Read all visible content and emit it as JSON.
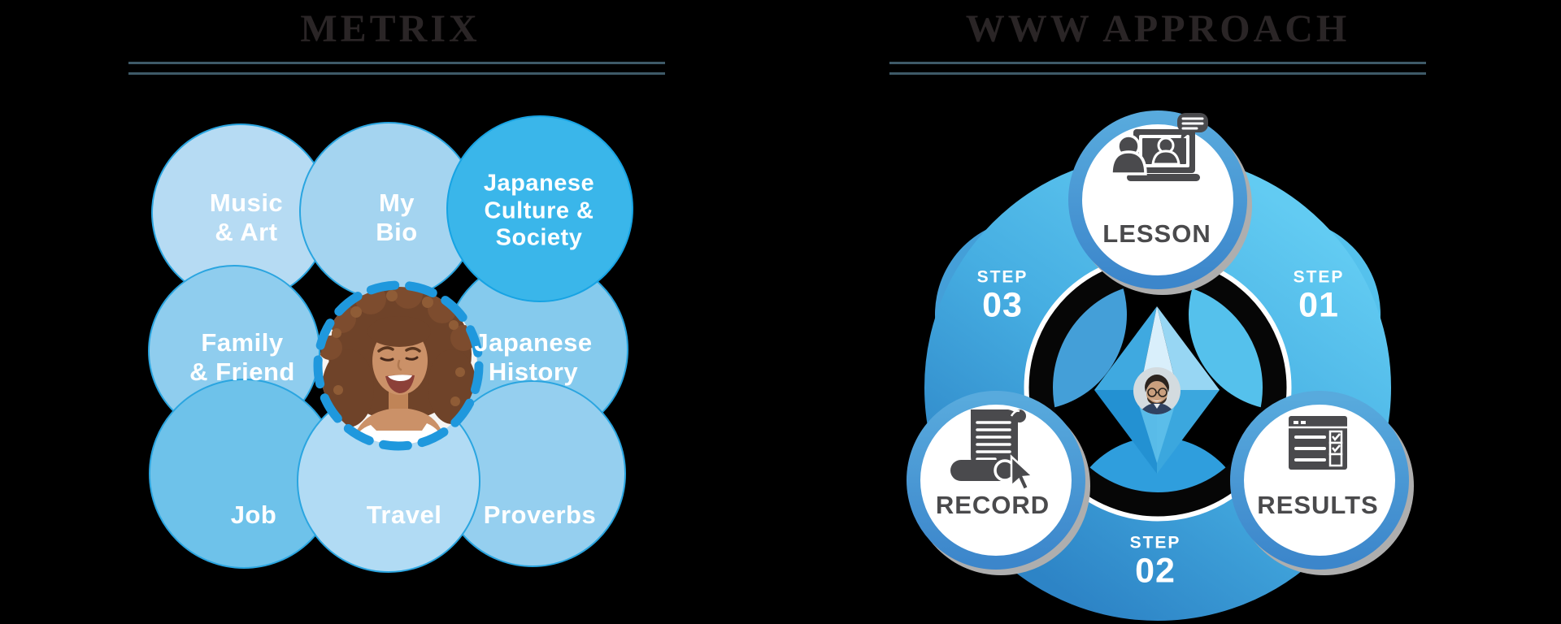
{
  "palette": {
    "background": "#000000",
    "title_text": "#2a2526",
    "title_rule": "#3e5a68",
    "bubble_stroke": "#2aa5e0",
    "bubble_highlight": "#3ab6ea",
    "dashed_ring": "#1f98dd",
    "donut_light": "#62cbf2",
    "donut_dark": "#2d84c6",
    "node_ring": "#4593d3",
    "node_fill": "#ffffff",
    "icon_gray": "#4a4a4d",
    "label_gray": "#4a4a4c",
    "step_text": "#ffffff"
  },
  "left": {
    "title": "METRIX",
    "center_photo": "woman-smiling-portrait",
    "topics": [
      {
        "id": "music-art",
        "lines": [
          "Music",
          "& Art"
        ]
      },
      {
        "id": "my-bio",
        "lines": [
          "My",
          "Bio"
        ]
      },
      {
        "id": "japanese-culture",
        "lines": [
          "Japanese",
          "Culture &",
          "Society"
        ]
      },
      {
        "id": "family-friend",
        "lines": [
          "Family",
          "& Friend"
        ]
      },
      {
        "id": "japanese-history",
        "lines": [
          "Japanese",
          "History"
        ]
      },
      {
        "id": "job",
        "lines": [
          "Job"
        ]
      },
      {
        "id": "travel",
        "lines": [
          "Travel"
        ]
      },
      {
        "id": "proverbs",
        "lines": [
          "Proverbs"
        ]
      }
    ]
  },
  "right": {
    "title": "WWW APPROACH",
    "center_photo": "man-glasses-portrait",
    "nodes": [
      {
        "id": "lesson",
        "label": "LESSON",
        "icon": "video-lesson-icon"
      },
      {
        "id": "record",
        "label": "RECORD",
        "icon": "scroll-record-icon"
      },
      {
        "id": "results",
        "label": "RESULTS",
        "icon": "checklist-results-icon"
      }
    ],
    "steps": [
      {
        "label": "STEP",
        "number": "01"
      },
      {
        "label": "STEP",
        "number": "02"
      },
      {
        "label": "STEP",
        "number": "03"
      }
    ]
  }
}
